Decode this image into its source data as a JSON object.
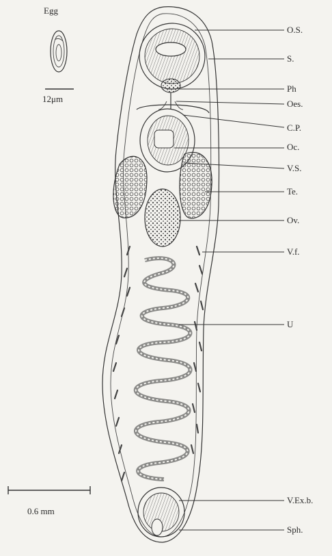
{
  "egg": {
    "caption": "Egg",
    "scale_label": "12μm"
  },
  "scale": {
    "label": "0.6 mm"
  },
  "labels": [
    {
      "id": "os",
      "text": "O.S."
    },
    {
      "id": "s",
      "text": "S."
    },
    {
      "id": "ph",
      "text": "Ph"
    },
    {
      "id": "oes",
      "text": "Oes."
    },
    {
      "id": "cp",
      "text": "C.P."
    },
    {
      "id": "oc",
      "text": "Oc."
    },
    {
      "id": "vs",
      "text": "V.S."
    },
    {
      "id": "te",
      "text": "Te."
    },
    {
      "id": "ov",
      "text": "Ov."
    },
    {
      "id": "vf",
      "text": "V.f."
    },
    {
      "id": "u",
      "text": "U"
    },
    {
      "id": "vexb",
      "text": "V.Ex.b."
    },
    {
      "id": "sph",
      "text": "Sph."
    }
  ],
  "colors": {
    "ink": "#333333",
    "paper": "#f4f3ef"
  }
}
